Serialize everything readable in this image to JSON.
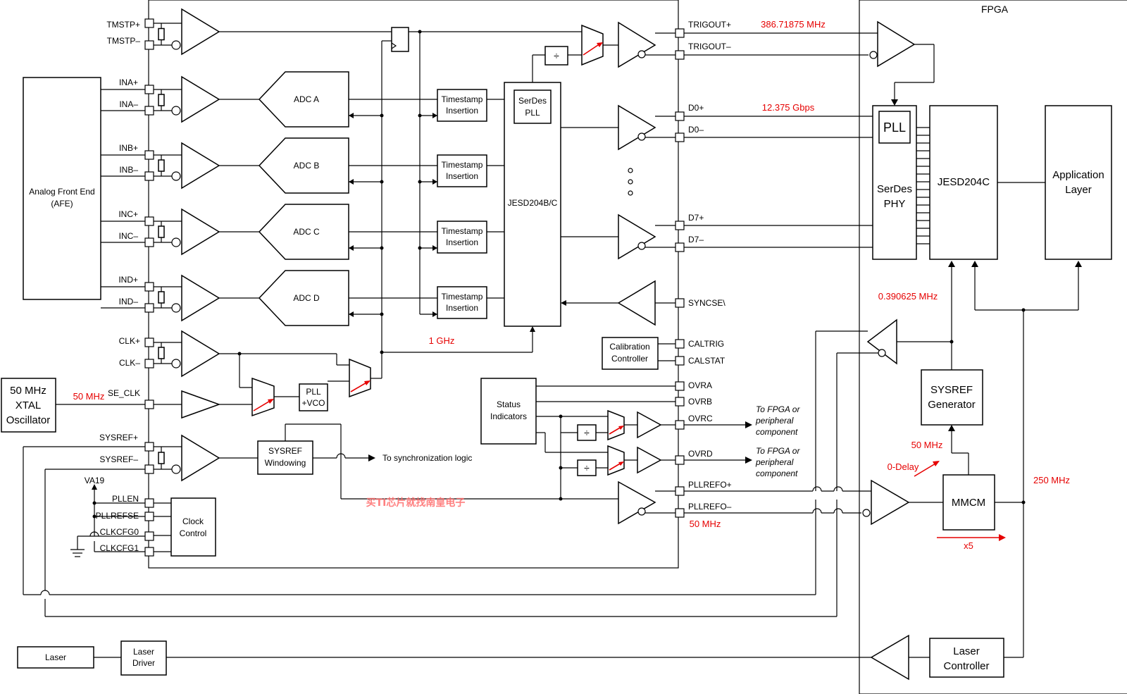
{
  "fpga_label": "FPGA",
  "pins": {
    "tmstp_p": "TMSTP+",
    "tmstp_n": "TMSTP–",
    "ina_p": "INA+",
    "ina_n": "INA–",
    "inb_p": "INB+",
    "inb_n": "INB–",
    "inc_p": "INC+",
    "inc_n": "INC–",
    "ind_p": "IND+",
    "ind_n": "IND–",
    "clk_p": "CLK+",
    "clk_n": "CLK–",
    "se_clk": "SE_CLK",
    "sysref_p": "SYSREF+",
    "sysref_n": "SYSREF–",
    "va19": "VA19",
    "pllen": "PLLEN",
    "pllrefse": "PLLREFSE",
    "clkcfg0": "CLKCFG0",
    "clkcfg1": "CLKCFG1",
    "trigout_p": "TRIGOUT+",
    "trigout_n": "TRIGOUT–",
    "d0_p": "D0+",
    "d0_n": "D0–",
    "d7_p": "D7+",
    "d7_n": "D7–",
    "syncse": "SYNCSE\\",
    "caltrig": "CALTRIG",
    "calstat": "CALSTAT",
    "ovra": "OVRA",
    "ovrb": "OVRB",
    "ovrc": "OVRC",
    "ovrd": "OVRD",
    "pllrefo_p": "PLLREFO+",
    "pllrefo_n": "PLLREFO–"
  },
  "blocks": {
    "afe": [
      "Analog Front End",
      "(AFE)"
    ],
    "adc_a": "ADC A",
    "adc_b": "ADC B",
    "adc_c": "ADC C",
    "adc_d": "ADC D",
    "timestamp": [
      "Timestamp",
      "Insertion"
    ],
    "serdes_pll": [
      "SerDes",
      "PLL"
    ],
    "jesd204bc": "JESD204B/C",
    "pll_vco": [
      "PLL",
      "+VCO"
    ],
    "divider": "÷",
    "sysref_windowing": [
      "SYSREF",
      "Windowing"
    ],
    "clock_control": [
      "Clock",
      "Control"
    ],
    "calibration": [
      "Calibration",
      "Controller"
    ],
    "status": [
      "Status",
      "Indicators"
    ],
    "xtal": [
      "50 MHz",
      "XTAL",
      "Oscillator"
    ],
    "fpga_pll": "PLL",
    "serdes_phy": [
      "SerDes",
      "PHY"
    ],
    "jesd204c": "JESD204C",
    "app_layer": [
      "Application",
      "Layer"
    ],
    "sysref_gen": [
      "SYSREF",
      "Generator"
    ],
    "mmcm": "MMCM",
    "laser_controller": [
      "Laser",
      "Controller"
    ],
    "laser": "Laser",
    "laser_driver": [
      "Laser",
      "Driver"
    ]
  },
  "annotations": {
    "trigout_freq": "386.71875 MHz",
    "lane_rate": "12.375 Gbps",
    "xtal_freq": "50 MHz",
    "sample_clock": "1 GHz",
    "sysref_freq": "0.390625 MHz",
    "pllrefo_freq": "50 MHz",
    "sysref_gen_in": "50 MHz",
    "zero_delay": "0-Delay",
    "mmcm_out": "250 MHz",
    "mmcm_mult": "x5",
    "sync_logic": "To synchronization logic",
    "to_fpga": [
      "To FPGA or",
      "peripheral",
      "component"
    ],
    "watermark": "买TI芯片就找南皇电子"
  },
  "colors": {
    "annotation": "#e60000",
    "line": "#000000"
  }
}
